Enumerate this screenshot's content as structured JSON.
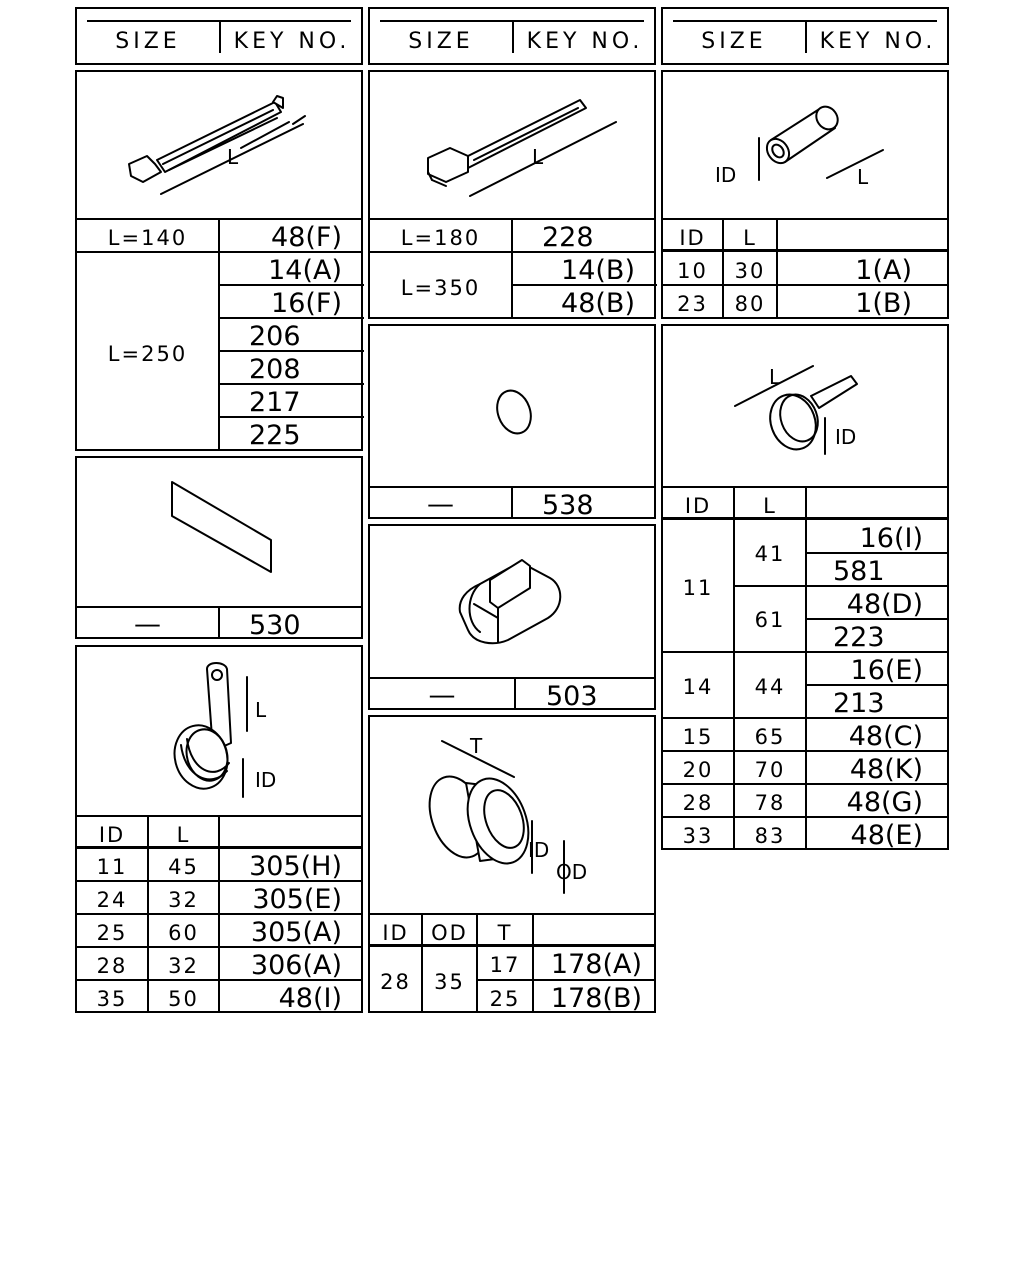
{
  "headers": {
    "size_label": "SIZE",
    "key_label": "KEY NO."
  },
  "cable_tie_short": {
    "dim_label": "L",
    "rows": [
      {
        "size": "L=140",
        "key": "48(F)"
      },
      {
        "size": "L=250",
        "keys": [
          "14(A)",
          "16(F)",
          "206",
          "208",
          "217",
          "225"
        ]
      }
    ]
  },
  "cable_tie_long": {
    "dim_label": "L",
    "rows": [
      {
        "size": "L=180",
        "key": "228"
      },
      {
        "size": "L=350",
        "keys": [
          "14(B)",
          "48(B)"
        ]
      }
    ]
  },
  "tube": {
    "dim_labels": [
      "ID",
      "L"
    ],
    "col_id": "ID",
    "col_l": "L",
    "rows": [
      {
        "id": "10",
        "l": "30",
        "key": "1(A)"
      },
      {
        "id": "23",
        "l": "80",
        "key": "1(B)"
      }
    ]
  },
  "plug": {
    "size": "—",
    "key": "538"
  },
  "tape": {
    "size": "—",
    "key": "530"
  },
  "block": {
    "size": "—",
    "key": "503"
  },
  "clip_tab": {
    "dim_labels": [
      "L",
      "ID"
    ],
    "col_id": "ID",
    "col_l": "L",
    "rows": [
      {
        "id": "11",
        "l": "45",
        "key": "305(H)"
      },
      {
        "id": "24",
        "l": "32",
        "key": "305(E)"
      },
      {
        "id": "25",
        "l": "60",
        "key": "305(A)"
      },
      {
        "id": "28",
        "l": "32",
        "key": "306(A)"
      },
      {
        "id": "35",
        "l": "50",
        "key": "48(I)"
      }
    ]
  },
  "grommet": {
    "dim_labels": [
      "T",
      "ID",
      "OD"
    ],
    "col_id": "ID",
    "col_od": "OD",
    "col_t": "T",
    "id": "28",
    "od": "35",
    "rows": [
      {
        "t": "17",
        "key": "178(A)"
      },
      {
        "t": "25",
        "key": "178(B)"
      }
    ]
  },
  "hose_clamp": {
    "dim_labels": [
      "L",
      "ID"
    ],
    "col_id": "ID",
    "col_l": "L",
    "group_11": {
      "id": "11",
      "sub": [
        {
          "l": "41",
          "keys": [
            "16(I)",
            "581"
          ]
        },
        {
          "l": "61",
          "keys": [
            "48(D)",
            "223"
          ]
        }
      ]
    },
    "group_14": {
      "id": "14",
      "l": "44",
      "keys": [
        "16(E)",
        "213"
      ]
    },
    "rows": [
      {
        "id": "15",
        "l": "65",
        "key": "48(C)"
      },
      {
        "id": "20",
        "l": "70",
        "key": "48(K)"
      },
      {
        "id": "28",
        "l": "78",
        "key": "48(G)"
      },
      {
        "id": "33",
        "l": "83",
        "key": "48(E)"
      }
    ]
  }
}
